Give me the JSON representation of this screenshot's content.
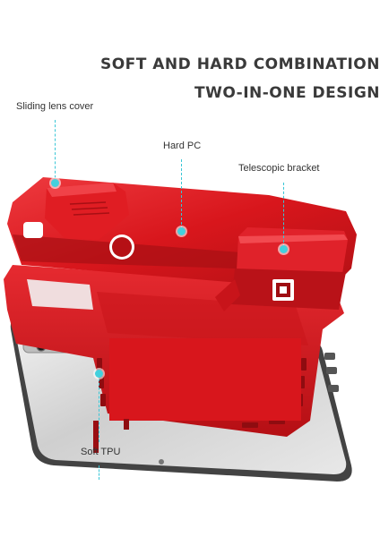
{
  "headline": {
    "line1": "SOFT AND HARD COMBINATION",
    "line2": "TWO-IN-ONE DESIGN"
  },
  "callouts": {
    "sliding_lens_cover": "Sliding lens cover",
    "hard_pc": "Hard PC",
    "telescopic_bracket": "Telescopic bracket",
    "soft_tpu": "Soft TPU"
  },
  "colors": {
    "case_red": "#d8161c",
    "case_red_dark": "#a80f14",
    "case_red_light": "#ee3a3f",
    "phone_silver": "#d9d9d9",
    "callout_cyan": "#43d0dd",
    "headline_gray": "#3a3a3a"
  }
}
